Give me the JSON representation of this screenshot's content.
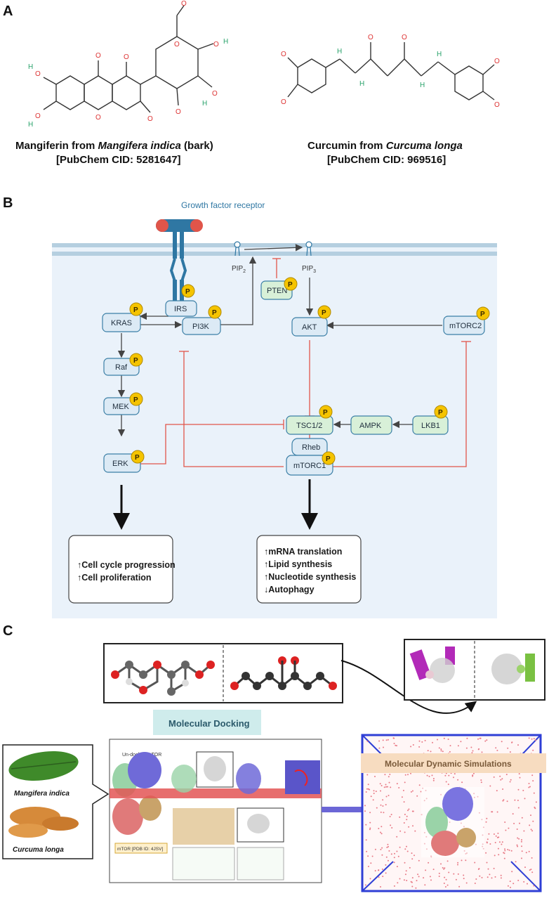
{
  "panels": {
    "a": {
      "letter": "A",
      "compound1": {
        "prefix": "Mangiferin from ",
        "species": "Mangifera indica",
        "suffix": " (bark)",
        "cid": "[PubChem CID: 5281647]"
      },
      "compound2": {
        "prefix": "Curcumin from ",
        "species": "Curcuma longa",
        "cid": "[PubChem CID: 969516]"
      }
    },
    "b": {
      "letter": "B",
      "receptor_label": "Growth factor receptor",
      "pip2": "PIP",
      "pip2_sub": "2",
      "pip3": "PIP",
      "pip3_sub": "3",
      "nodes": {
        "irs": "IRS",
        "kras": "KRAS",
        "pi3k": "PI3K",
        "pten": "PTEN",
        "akt": "AKT",
        "mtorc2": "mTORC2",
        "raf": "Raf",
        "mek": "MEK",
        "erk": "ERK",
        "tsc": "TSC1/2",
        "ampk": "AMPK",
        "lkb1": "LKB1",
        "rheb": "Rheb",
        "mtorc1": "mTORC1"
      },
      "phospho": "P",
      "outcome_left": [
        "↑Cell cycle progression",
        "↑Cell proliferation"
      ],
      "outcome_right": [
        "↑mRNA translation",
        "↑Lipid synthesis",
        "↑Nucleotide synthesis",
        "↓Autophagy"
      ],
      "colors": {
        "membrane": "#b5cfe0",
        "background": "#eaf2fa",
        "node_fill": "#dceaf5",
        "node_stroke": "#3b7fa6",
        "inhibit": "#e0554a",
        "phospho": "#f5c400"
      }
    },
    "c": {
      "letter": "C",
      "docking_label": "Molecular Docking",
      "md_label": "Molecular Dynamic Simulations",
      "plant1": "Mangifera indica",
      "plant2": "Curcuma longa",
      "undocked_label": "Un-docked mTOR",
      "pdb_label": "mTOR [PDB ID: 4JSV]"
    }
  }
}
